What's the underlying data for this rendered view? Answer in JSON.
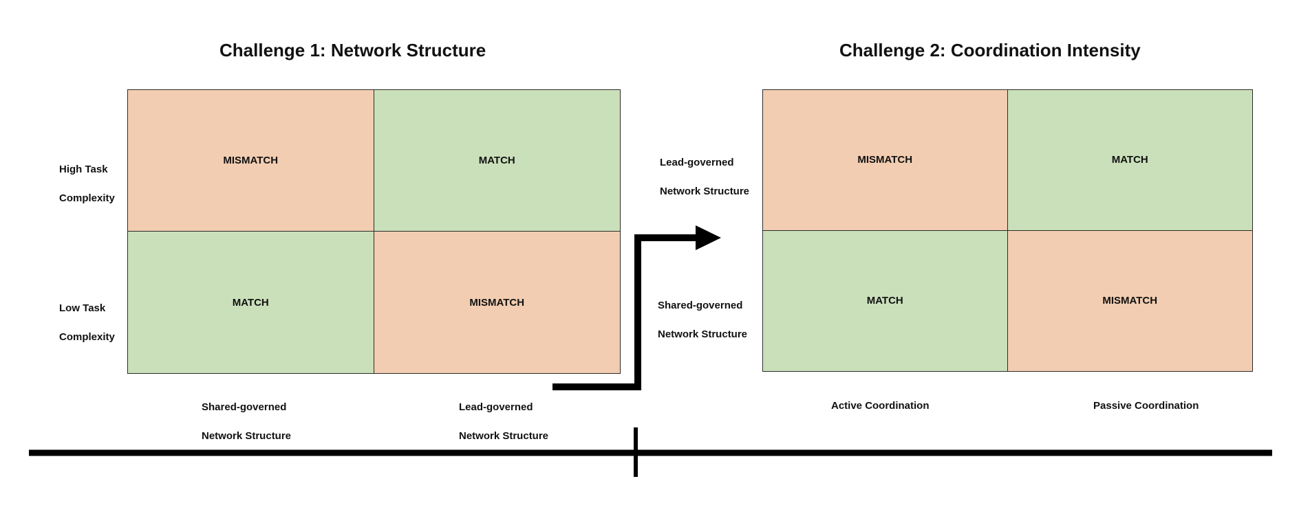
{
  "colors": {
    "mismatch": "#f2cdb1",
    "match": "#cae0ba",
    "line": "#000000"
  },
  "challenge1": {
    "title": "Challenge 1: Network Structure",
    "row_labels": [
      [
        "High Task",
        "Complexity"
      ],
      [
        "Low Task",
        "Complexity"
      ]
    ],
    "cells": [
      "MISMATCH",
      "MATCH",
      "MATCH",
      "MISMATCH"
    ],
    "col_labels": [
      [
        "Shared-governed",
        "Network Structure"
      ],
      [
        "Lead-governed",
        "Network Structure"
      ]
    ]
  },
  "challenge2": {
    "title": "Challenge 2: Coordination Intensity",
    "row_labels": [
      [
        "Lead-governed",
        "Network Structure"
      ],
      [
        "Shared-governed",
        "Network Structure"
      ]
    ],
    "cells": [
      "MISMATCH",
      "MATCH",
      "MATCH",
      "MISMATCH"
    ],
    "col_labels": [
      [
        "Active Coordination"
      ],
      [
        "Passive Coordination"
      ]
    ]
  }
}
